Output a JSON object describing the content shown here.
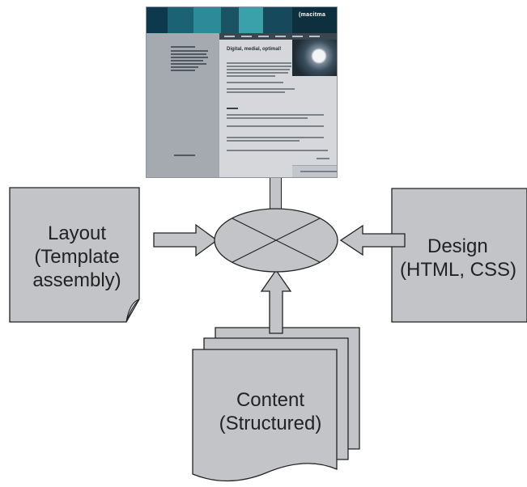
{
  "diagram": {
    "nodes": {
      "layout": {
        "lines": [
          "Layout",
          "(Template",
          "assembly)"
        ]
      },
      "design": {
        "lines": [
          "Design",
          "(HTML, CSS)"
        ]
      },
      "content": {
        "lines": [
          "Content",
          "(Structured)"
        ]
      },
      "hub": {
        "shape": "ellipse-with-cross"
      },
      "website": {
        "logo": "(macitma",
        "headline": "Digital, medial, optimal!"
      }
    },
    "edges": [
      {
        "from": "layout",
        "to": "hub"
      },
      {
        "from": "design",
        "to": "hub"
      },
      {
        "from": "content",
        "to": "hub"
      },
      {
        "from": "hub",
        "to": "website"
      }
    ]
  },
  "colors": {
    "doc_fill": "#c2c4c7",
    "outline": "#222222",
    "background": "#ffffff"
  }
}
